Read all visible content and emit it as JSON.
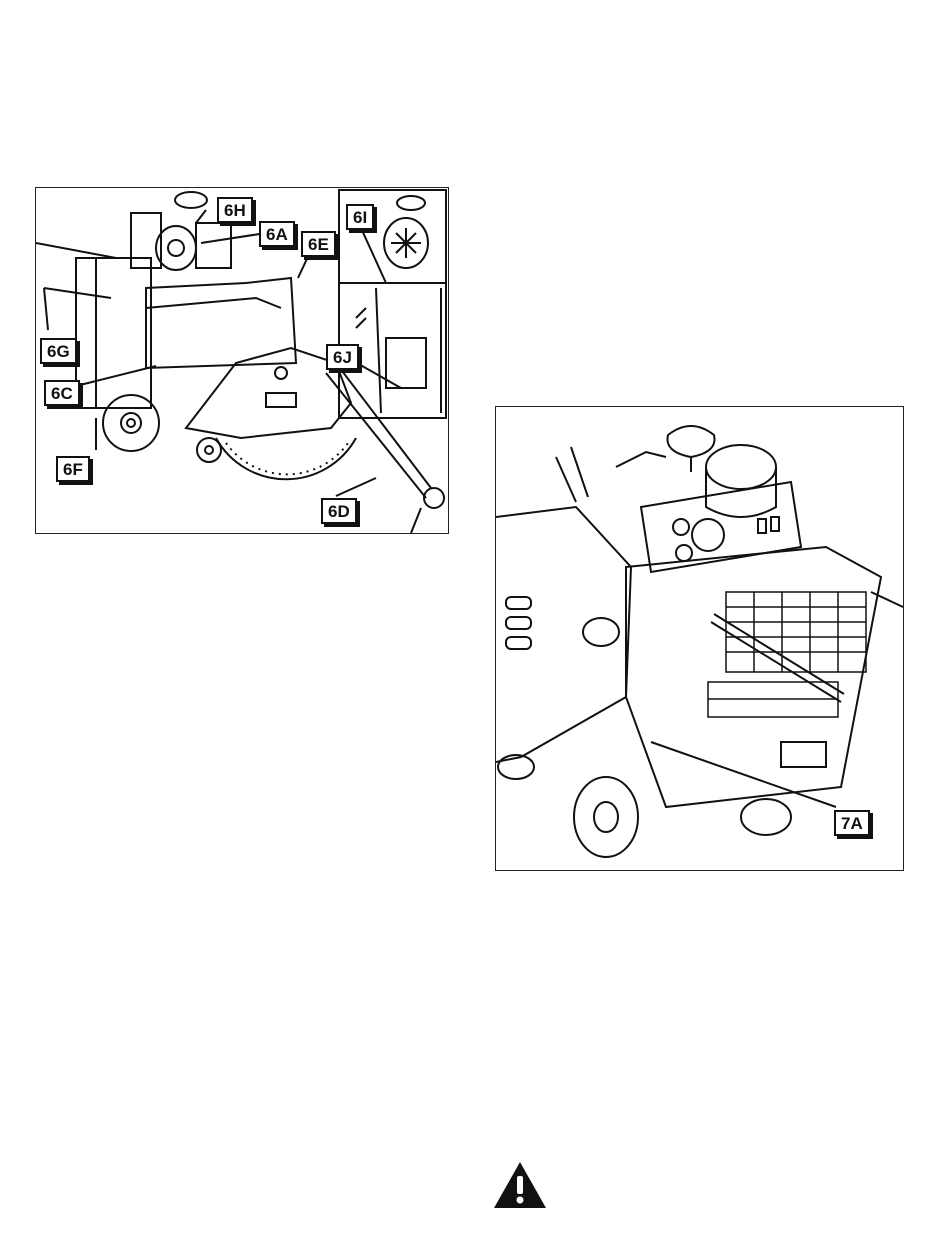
{
  "figure6": {
    "callouts": {
      "c6H": "6H",
      "c6A": "6A",
      "c6E": "6E",
      "c6I": "6I",
      "c6G": "6G",
      "c6C": "6C",
      "c6J": "6J",
      "c6F": "6F",
      "c6D": "6D"
    }
  },
  "figure7": {
    "callouts": {
      "c7A": "7A"
    }
  },
  "icons": {
    "warning": "warning-triangle-icon"
  },
  "colors": {
    "ink": "#111111",
    "paper": "#ffffff"
  }
}
